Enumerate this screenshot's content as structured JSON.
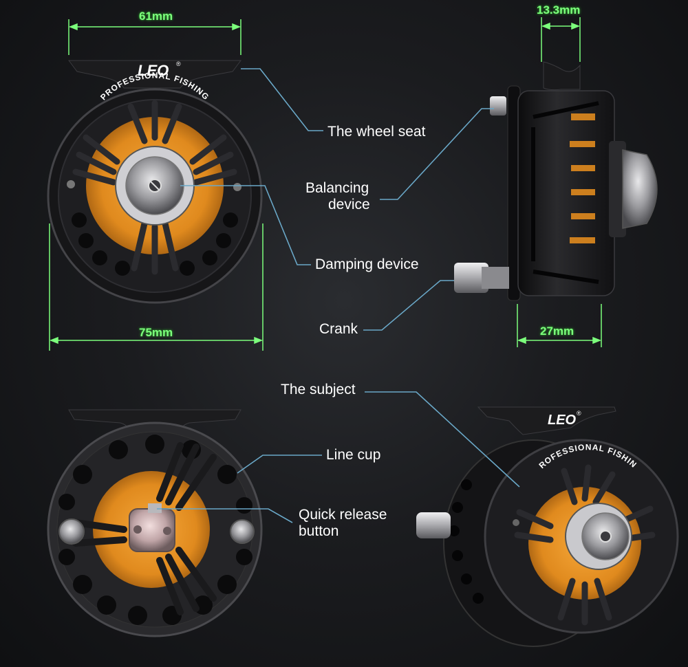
{
  "brand": "LEO",
  "reel_text": "PROFESSIONAL FISHING",
  "dimensions": {
    "top_width": "61mm",
    "diameter": "75mm",
    "side_top": "13.3mm",
    "side_bottom": "27mm"
  },
  "callouts": {
    "wheel_seat": "The wheel seat",
    "balancing_1": "Balancing",
    "balancing_2": "device",
    "damping": "Damping device",
    "crank": "Crank",
    "subject": "The subject",
    "line_cup": "Line cup",
    "quick_release_1": "Quick release",
    "quick_release_2": "button"
  },
  "colors": {
    "dimension_line": "#7cff7c",
    "callout_line": "#6aa8c8",
    "spool_orange": "#e08a1e"
  }
}
